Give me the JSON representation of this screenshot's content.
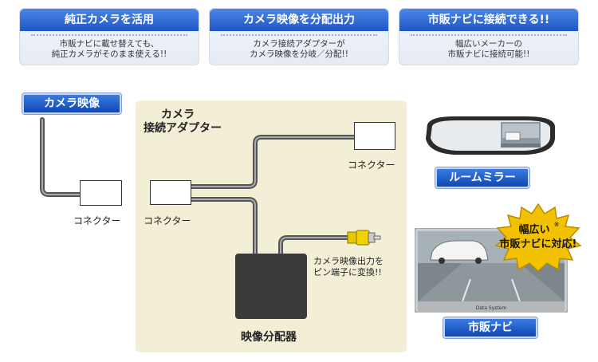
{
  "features": [
    {
      "title": "純正カメラを活用",
      "desc_line1": "市販ナビに載せ替えても、",
      "desc_line2": "純正カメラがそのまま使える!!"
    },
    {
      "title": "カメラ映像を分配出力",
      "desc_line1": "カメラ接続アダプターが",
      "desc_line2": "カメラ映像を分岐／分配!!"
    },
    {
      "title": "市販ナビに接続できる!!",
      "desc_line1": "幅広いメーカーの",
      "desc_line2": "市販ナビに接続可能!!"
    }
  ],
  "camera_badge": "カメラ映像",
  "adapter_title_line1": "カメラ",
  "adapter_title_line2": "接続アダプター",
  "connector_left": "コネクター",
  "connector_middle": "コネクター",
  "connector_top": "コネクター",
  "note_line1": "カメラ映像出力を",
  "note_line2": "ピン端子に変換!!",
  "splitter_label": "映像分配器",
  "room_mirror_badge": "ルームミラー",
  "navi_badge": "市販ナビ",
  "navi_brand": "Data System",
  "starburst_line1": "幅広い",
  "starburst_mark": "※",
  "starburst_line2": "市販ナビに対応!",
  "colors": {
    "badge_blue": "#1d57c4",
    "panel_bg": "#f3efd6",
    "starburst_gold": "#f2c200",
    "rca_yellow": "#f1d200"
  }
}
